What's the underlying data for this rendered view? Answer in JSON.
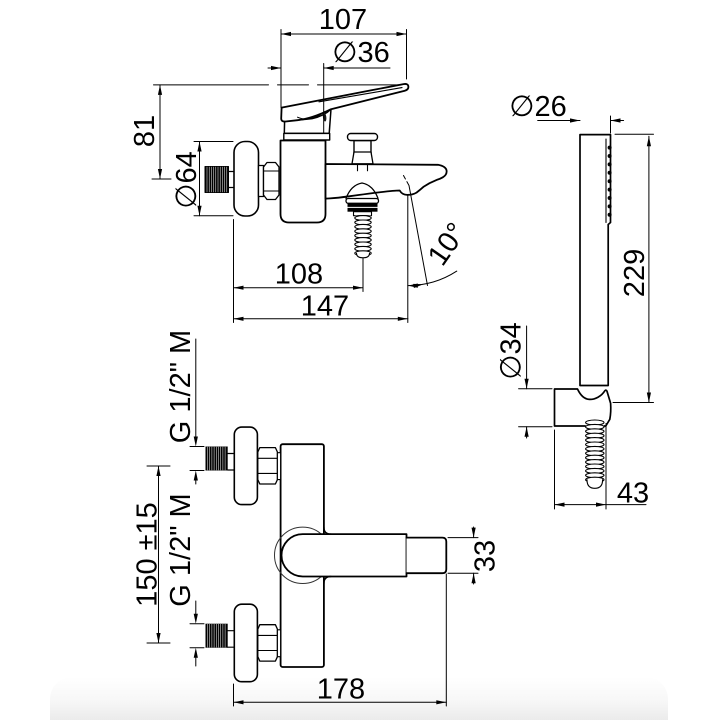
{
  "drawing": {
    "type": "bath-shower-mixer-with-hand-shower-dimension-drawing",
    "line_color": "#000000",
    "background_color": "#ffffff",
    "footer_band_color": "#eaeaea",
    "views": {
      "mixer_side_view": {
        "handle_width": "107",
        "cartridge_diameter": "∅36",
        "handle_height": "81",
        "flange_diameter": "∅64",
        "spout_projection": "108",
        "total_projection": "147",
        "spout_angle": "10°"
      },
      "hand_shower_view": {
        "wand_diameter": "∅26",
        "wand_length": "229",
        "holder_diameter": "∅34",
        "holder_depth": "43"
      },
      "mixer_front_view": {
        "inlet_thread_top": "G 1/2\" M",
        "inlet_thread_bottom": "G 1/2\" M",
        "inlet_spacing": "150 ±15",
        "overall_width": "178",
        "spout_end_diameter": "33"
      }
    }
  }
}
